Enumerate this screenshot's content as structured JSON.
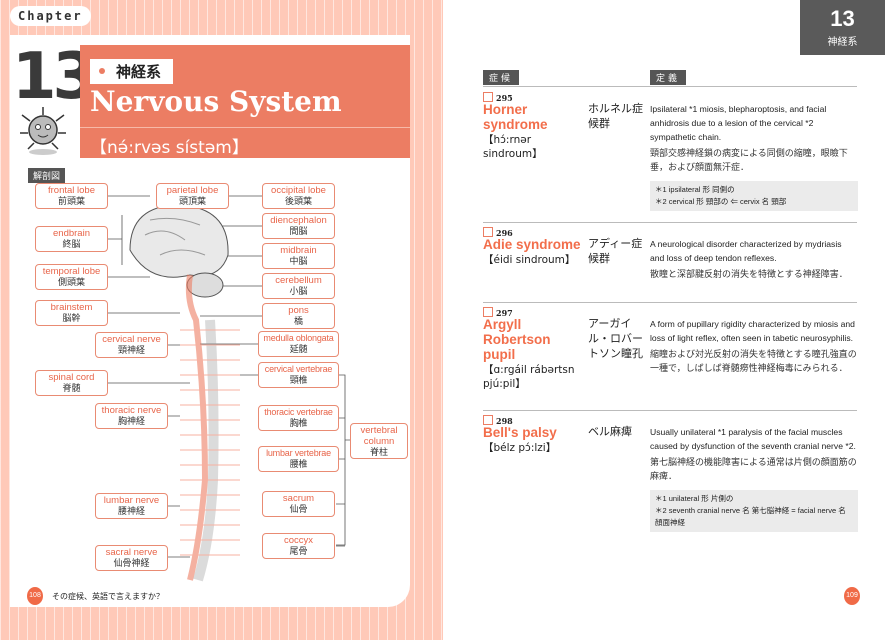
{
  "left": {
    "chapter": "Chapter",
    "number": "13",
    "jp_title": "神経系",
    "en_title": "Nervous System",
    "pron": "【nə́:rvəs sístəm】",
    "section": "解剖図",
    "labels": [
      {
        "en": "frontal lobe",
        "jp": "前頭葉"
      },
      {
        "en": "parietal lobe",
        "jp": "頭頂葉"
      },
      {
        "en": "occipital lobe",
        "jp": "後頭葉"
      },
      {
        "en": "diencephalon",
        "jp": "間脳"
      },
      {
        "en": "endbrain",
        "jp": "終脳"
      },
      {
        "en": "midbrain",
        "jp": "中脳"
      },
      {
        "en": "temporal lobe",
        "jp": "側頭葉"
      },
      {
        "en": "cerebellum",
        "jp": "小脳"
      },
      {
        "en": "brainstem",
        "jp": "脳幹"
      },
      {
        "en": "pons",
        "jp": "橋"
      },
      {
        "en": "cervical nerve",
        "jp": "頸神経"
      },
      {
        "en": "medulla oblongata",
        "jp": "延髄"
      },
      {
        "en": "cervical vertebrae",
        "jp": "頸椎"
      },
      {
        "en": "spinal cord",
        "jp": "脊髄"
      },
      {
        "en": "thoracic nerve",
        "jp": "胸神経"
      },
      {
        "en": "thoracic vertebrae",
        "jp": "胸椎"
      },
      {
        "en": "vertebral column",
        "jp": "脊柱"
      },
      {
        "en": "lumbar vertebrae",
        "jp": "腰椎"
      },
      {
        "en": "lumbar nerve",
        "jp": "腰神経"
      },
      {
        "en": "sacrum",
        "jp": "仙骨"
      },
      {
        "en": "coccyx",
        "jp": "尾骨"
      },
      {
        "en": "sacral nerve",
        "jp": "仙骨神経"
      }
    ],
    "page": "108",
    "footer": "その症候、英語で言えますか？"
  },
  "right": {
    "tab_number": "13",
    "tab_label": "神経系",
    "col1": "症候",
    "col2": "定義",
    "page": "109",
    "entries": [
      {
        "num": "295",
        "term": "Horner syndrome",
        "pron": "【hɔ́:rnər sindroum】",
        "jp": "ホルネル症候群",
        "def": "Ipsilateral *1 miosis, blepharoptosis, and facial anhidrosis due to a lesion of the cervical *2 sympathetic chain.",
        "def_jp": "頸部交感神経鎖の病変による同側の縮瞳，眼瞼下垂，および顔面無汗症．",
        "notes": [
          "＊1 ipsilateral 形 同側の",
          "＊2 cervical 形 頸部の ⇐ cervix 名 頸部"
        ]
      },
      {
        "num": "296",
        "term": "Adie syndrome",
        "pron": "【éidi sindroum】",
        "jp": "アディー症候群",
        "def": "A neurological disorder characterized by mydriasis and loss of deep tendon reflexes.",
        "def_jp": "散瞳と深部腱反射の消失を特徴とする神経障害．",
        "notes": []
      },
      {
        "num": "297",
        "term": "Argyll Robertson pupil",
        "pron": "【ɑ:rgáil rábərtsn pjú:pil】",
        "jp": "アーガイル・ロバートソン瞳孔",
        "def": "A form of pupillary rigidity characterized by miosis and loss of light reflex, often seen in tabetic neurosyphilis.",
        "def_jp": "縮瞳および対光反射の消失を特徴とする瞳孔強直の一種で，しばしば脊髄癆性神経梅毒にみられる．",
        "notes": []
      },
      {
        "num": "298",
        "term": "Bell's palsy",
        "pron": "【bélz pɔ́:lzi】",
        "jp": "ベル麻痺",
        "def": "Usually unilateral *1 paralysis of the facial muscles caused by dysfunction of the seventh cranial nerve *2.",
        "def_jp": "第七脳神経の機能障害による通常は片側の顔面筋の麻痺．",
        "notes": [
          "＊1 unilateral 形 片側の",
          "＊2 seventh cranial nerve 名 第七脳神経 = facial nerve 名 顔面神経"
        ]
      }
    ]
  },
  "colors": {
    "accent": "#ec7d63",
    "term": "#f26e4b",
    "stripe": "#ffc9b8"
  }
}
